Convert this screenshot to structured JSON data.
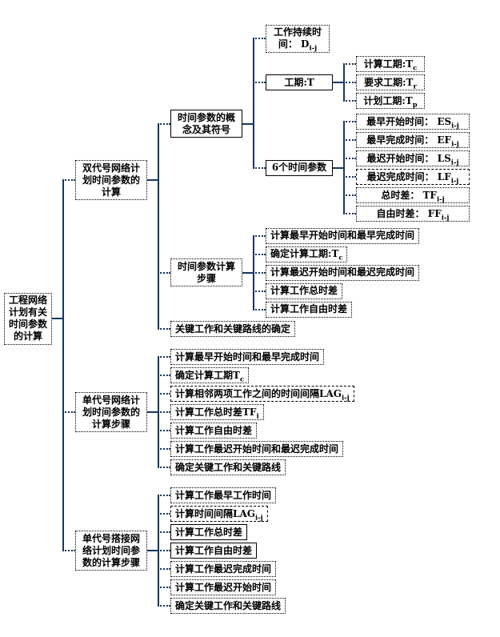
{
  "diagram": {
    "line_color": "#17375e",
    "border_color": "#000000",
    "background": "#ffffff",
    "tree": {
      "label": "工程网络计划有关时间参数的计算",
      "border": "dotted",
      "w": 60,
      "children": [
        {
          "label": "双代号网络计划时间参数的计算",
          "border": "dotted",
          "w": 90,
          "children": [
            {
              "label": "时间参数的概念及其符号",
              "border": "solid",
              "w": 90,
              "children": [
                {
                  "label": "工作持续时间： D_{i-j}",
                  "border": "dotted",
                  "w": 80
                },
                {
                  "label": "工期:T",
                  "border": "solid",
                  "minw": 84,
                  "children": [
                    {
                      "label": "计算工期:T_{c}",
                      "border": "dotted",
                      "minw": 86
                    },
                    {
                      "label": "要求工期:T_{r}",
                      "border": "dotted",
                      "minw": 86
                    },
                    {
                      "label": "计划工期:T_{p}",
                      "border": "dotted",
                      "minw": 86
                    }
                  ]
                },
                {
                  "label": "6个时间参数",
                  "border": "solid",
                  "minw": 84,
                  "children": [
                    {
                      "label": "最早开始时间： ES_{i-j}",
                      "border": "dotted",
                      "minw": 142
                    },
                    {
                      "label": "最早完成时间： EF_{i-j}",
                      "border": "dotted",
                      "minw": 142
                    },
                    {
                      "label": "最迟开始时间： LS_{i-j}",
                      "border": "dotted",
                      "minw": 142
                    },
                    {
                      "label": "最迟完成时间： LF_{i-j}",
                      "border": "dashed",
                      "minw": 142
                    },
                    {
                      "label": "总时差： TF_{i-j}",
                      "border": "dotted",
                      "minw": 142
                    },
                    {
                      "label": "自由时差： FF_{i-j}",
                      "border": "dotted",
                      "minw": 142
                    }
                  ]
                }
              ]
            },
            {
              "label": "时间参数计算步骤",
              "border": "dotted",
              "w": 90,
              "children": [
                {
                  "label": "计算最早开始时间和最早完成时间",
                  "border": "dotted"
                },
                {
                  "label": "确定计算工期:T_{c}",
                  "border": "dotted"
                },
                {
                  "label": "计算最迟开始时间和最迟完成时间",
                  "border": "dotted"
                },
                {
                  "label": "计算工作总时差",
                  "border": "dotted"
                },
                {
                  "label": "计算工作自由时差",
                  "border": "dotted"
                }
              ]
            },
            {
              "label": "关键工作和关键路线的确定",
              "border": "dotted"
            }
          ]
        },
        {
          "label": "单代号网络计划时间参数的计算步骤",
          "border": "dotted",
          "w": 90,
          "children": [
            {
              "label": "计算最早开始时间和最早完成时间",
              "border": "dotted"
            },
            {
              "label": "确定计算工期T_{c}",
              "border": "dotted"
            },
            {
              "label": "计算相邻两项工作之间的时间间隔LAG_{i-j}",
              "border": "dashed"
            },
            {
              "label": "计算工作总时差TF_{i}",
              "border": "dotted"
            },
            {
              "label": "计算工作自由时差",
              "border": "dotted"
            },
            {
              "label": "计算工作最迟开始时间和最迟完成时间",
              "border": "dotted"
            },
            {
              "label": "确定关键工作和关键路线",
              "border": "dotted"
            }
          ]
        },
        {
          "label": "单代号搭接网络计划时间参数的计算步骤",
          "border": "dotted",
          "w": 90,
          "children": [
            {
              "label": "计算工作最早工作时间",
              "border": "dotted"
            },
            {
              "label": "计算时间间隔LAG_{i-j}",
              "border": "dashed"
            },
            {
              "label": "计算工作总时差",
              "border": "solid"
            },
            {
              "label": "计算工作自由时差",
              "border": "solid"
            },
            {
              "label": "计算工作最迟完成时间",
              "border": "dotted"
            },
            {
              "label": "计算工作最迟开始时间",
              "border": "dotted"
            },
            {
              "label": "确定关键工作和关键路线",
              "border": "dotted"
            }
          ]
        }
      ]
    }
  }
}
